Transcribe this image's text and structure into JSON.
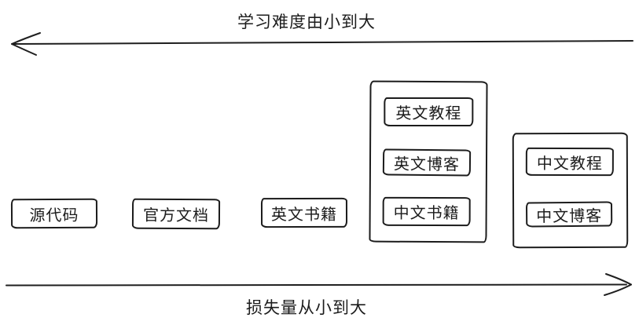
{
  "diagram": {
    "arrows": {
      "top": {
        "label": "学习难度由小到大",
        "direction": "left"
      },
      "bottom": {
        "label": "损失量从小到大",
        "direction": "right"
      }
    },
    "standalone_boxes": [
      {
        "label": "源代码"
      },
      {
        "label": "官方文档"
      },
      {
        "label": "英文书籍"
      }
    ],
    "groups": [
      {
        "items": [
          {
            "label": "英文教程"
          },
          {
            "label": "英文博客"
          },
          {
            "label": "中文书籍"
          }
        ]
      },
      {
        "items": [
          {
            "label": "中文教程"
          },
          {
            "label": "中文博客"
          }
        ]
      }
    ],
    "colors": {
      "ink": "#1c1c1c",
      "background": "#ffffff"
    }
  }
}
